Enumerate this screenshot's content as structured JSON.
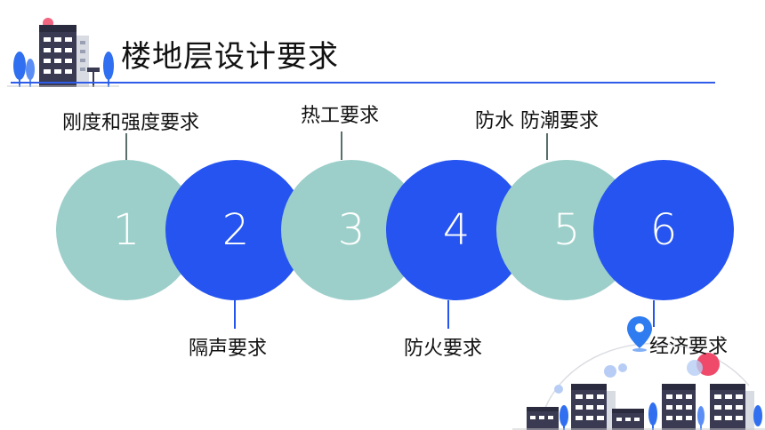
{
  "title": "楼地层设计要求",
  "steps": [
    {
      "number": "1",
      "label": "刚度和强度要求"
    },
    {
      "number": "2",
      "label": "隔声要求"
    },
    {
      "number": "3",
      "label": "热工要求"
    },
    {
      "number": "4",
      "label": "防火要求"
    },
    {
      "number": "5",
      "label": "防水 防潮要求"
    },
    {
      "number": "6",
      "label": "经济要求"
    }
  ],
  "colors": {
    "teal": "#9ccfca",
    "blue": "#2554f0",
    "line_blue": "#2f5ce8",
    "pin_blue": "#2f7cf0",
    "accent_pink": "#f04a6a"
  },
  "icons": [
    "buildings-illustration",
    "location-pin-icon",
    "city-skyline-illustration"
  ]
}
